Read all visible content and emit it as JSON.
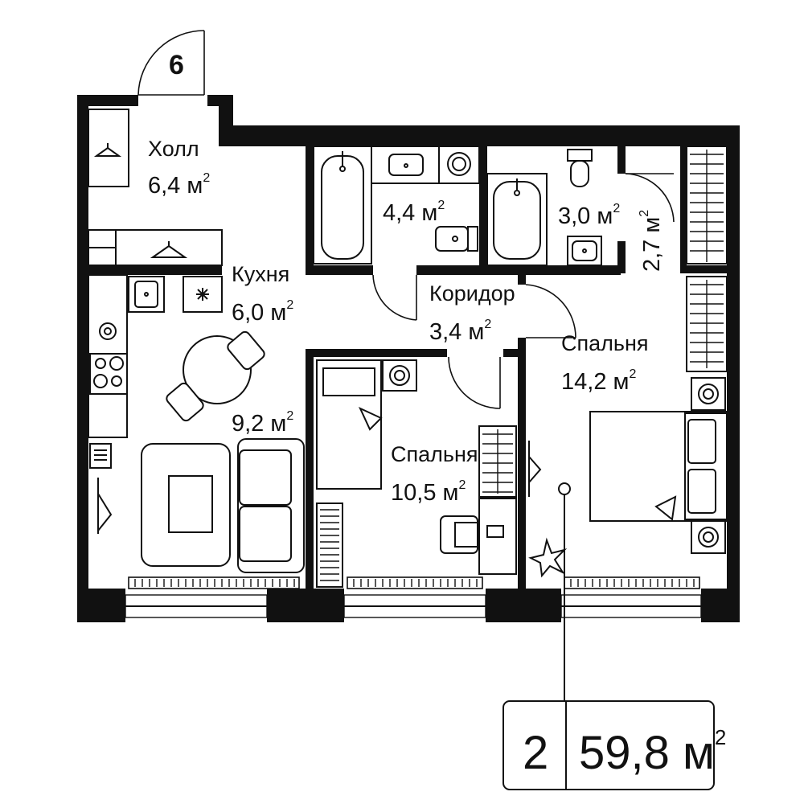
{
  "entrance": {
    "number": "6"
  },
  "rooms": [
    {
      "id": "hall",
      "name": "Холл",
      "area": "6,4 м",
      "sup": "2"
    },
    {
      "id": "bath1",
      "name": "",
      "area": "4,4 м",
      "sup": "2"
    },
    {
      "id": "bath2",
      "name": "",
      "area": "3,0 м",
      "sup": "2"
    },
    {
      "id": "closet",
      "name": "",
      "area": "2,7 м",
      "sup": "2"
    },
    {
      "id": "kitchen",
      "name": "Кухня",
      "area": "6,0 м",
      "sup": "2"
    },
    {
      "id": "corridor",
      "name": "Коридор",
      "area": "3,4 м",
      "sup": "2"
    },
    {
      "id": "living",
      "name": "",
      "area": "9,2 м",
      "sup": "2"
    },
    {
      "id": "bedroom-large",
      "name": "Спальня",
      "area": "14,2 м",
      "sup": "2"
    },
    {
      "id": "bedroom-small",
      "name": "Спальня",
      "area": "10,5 м",
      "sup": "2"
    }
  ],
  "summary": {
    "rooms_count": "2",
    "total_area": "59,8 м",
    "sup": "2"
  }
}
